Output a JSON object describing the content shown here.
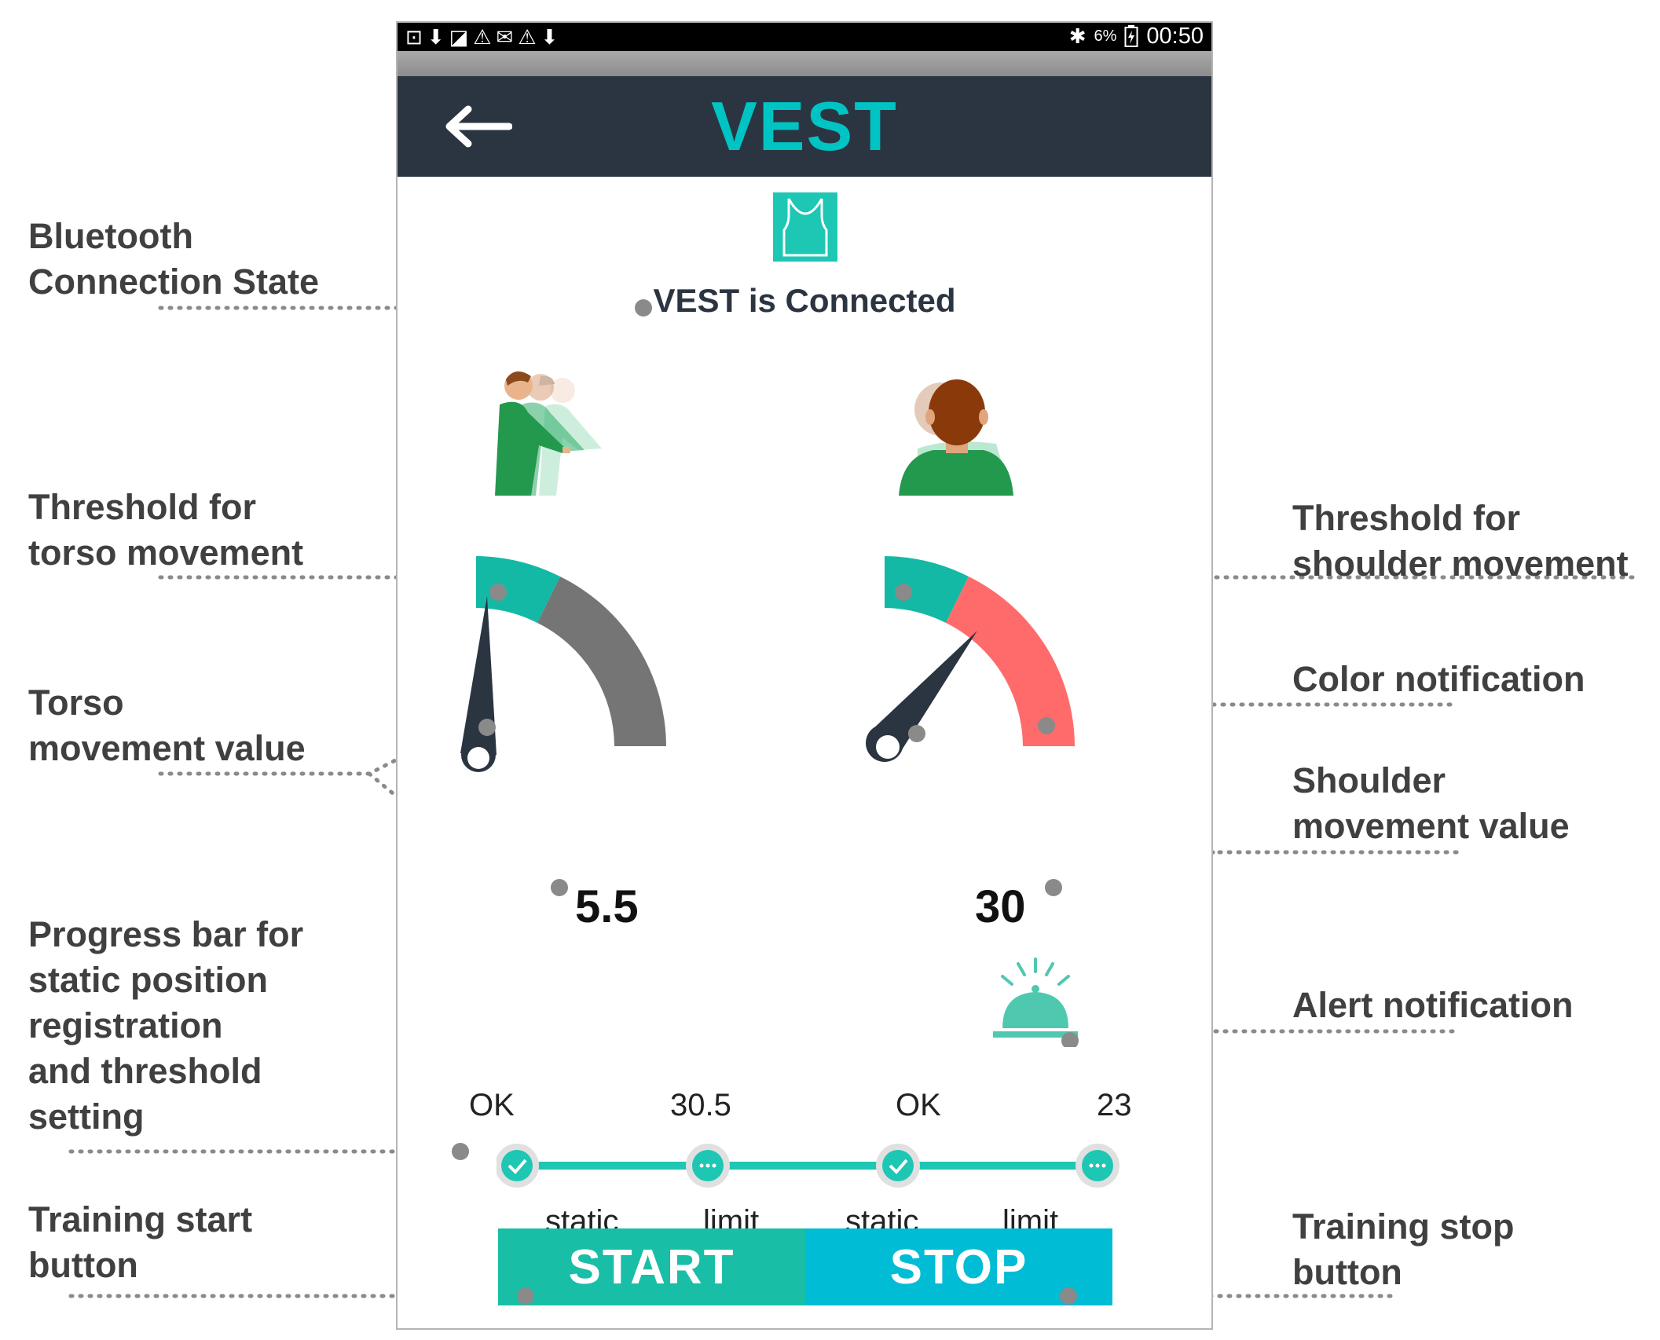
{
  "status_bar": {
    "left_icons": "⊡⬇◪⚠✉⚠⬇",
    "bluetooth": "✱",
    "battery": "6%",
    "time": "00:50"
  },
  "app_bar": {
    "title": "VEST",
    "back_icon": "back-arrow-icon",
    "color": "#00c4c4",
    "background": "#2b3541"
  },
  "connection": {
    "status_text": "VEST is Connected",
    "icon": "vest-icon"
  },
  "torso": {
    "value": "5.5",
    "threshold_color": "#14b9a6",
    "remaining_color": "#757575"
  },
  "shoulder": {
    "value": "30",
    "threshold_color": "#14b9a6",
    "alert_color": "#ff6b6b"
  },
  "alert": {
    "icon": "bell-icon",
    "color": "#4ec9b0"
  },
  "progress": {
    "top_labels": [
      "OK",
      "30.5",
      "OK",
      "23"
    ],
    "bottom_labels": [
      "static",
      "limit",
      "static",
      "limit"
    ],
    "steps": [
      "check",
      "dots",
      "check",
      "dots"
    ]
  },
  "buttons": {
    "start": "START",
    "stop": "STOP"
  },
  "annotations": {
    "bluetooth_state": [
      "Bluetooth",
      "Connection State"
    ],
    "torso_threshold": [
      "Threshold for",
      "torso movement"
    ],
    "torso_value": [
      "Torso",
      "movement value"
    ],
    "progress_bar": [
      "Progress bar for",
      "static position",
      "registration",
      "and threshold",
      "setting"
    ],
    "start_button": [
      "Training start",
      "button"
    ],
    "shoulder_threshold": [
      "Threshold for",
      "shoulder movement"
    ],
    "color_notification": [
      "Color notification"
    ],
    "shoulder_value": [
      "Shoulder",
      "movement value"
    ],
    "alert_notification": [
      "Alert notification"
    ],
    "stop_button": [
      "Training stop",
      "button"
    ]
  }
}
